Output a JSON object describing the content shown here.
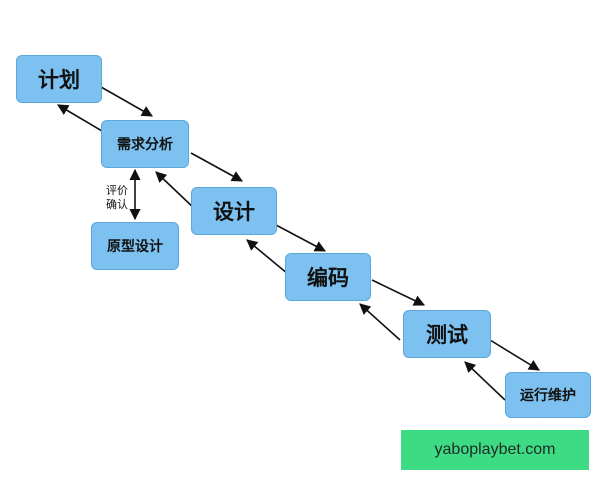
{
  "diagram": {
    "nodes": {
      "plan": "计划",
      "requirements": "需求分析",
      "prototype": "原型设计",
      "design": "设计",
      "coding": "编码",
      "testing": "测试",
      "maintenance": "运行维护"
    },
    "side_label_line1": "评价",
    "side_label_line2": "确认",
    "node_color": "#7cc1ef",
    "arrow_color": "#111111"
  },
  "footer": {
    "banner_text": "yaboplaybet.com",
    "banner_color": "#3ddc84"
  }
}
